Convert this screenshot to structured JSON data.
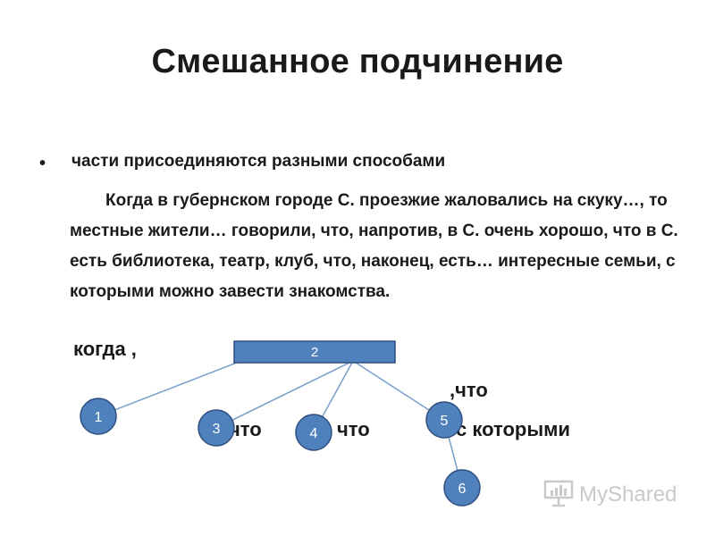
{
  "slide": {
    "title": "Смешанное подчинение",
    "bullet_marker": "•",
    "bullet_text": "части присоединяются разными способами",
    "paragraph": "Когда в губернском городе С. проезжие жаловались на скуку…, то местные жители… говорили, что, напротив, в С. очень хорошо, что в С. есть библиотека, театр, клуб, что, наконец, есть… интересные семьи, с которыми можно завести знакомства."
  },
  "scheme": {
    "labels": {
      "kogda": "когда ,",
      "chto_comma": ",что",
      "chto_3": "что",
      "chto_4": "что",
      "s_kotorymi": "с которыми"
    },
    "root": {
      "label": "2"
    },
    "nodes": [
      {
        "id": "1",
        "label": "1"
      },
      {
        "id": "3",
        "label": "3"
      },
      {
        "id": "4",
        "label": "4"
      },
      {
        "id": "5",
        "label": "5"
      },
      {
        "id": "6",
        "label": "6"
      }
    ],
    "colors": {
      "node_fill": "#4f81bd",
      "node_stroke": "#2f4f7f",
      "edge": "#7aa0cc",
      "node_text": "#ffffff"
    }
  },
  "watermark": {
    "text": "MyShared",
    "icon": "presentation-chart-icon"
  }
}
